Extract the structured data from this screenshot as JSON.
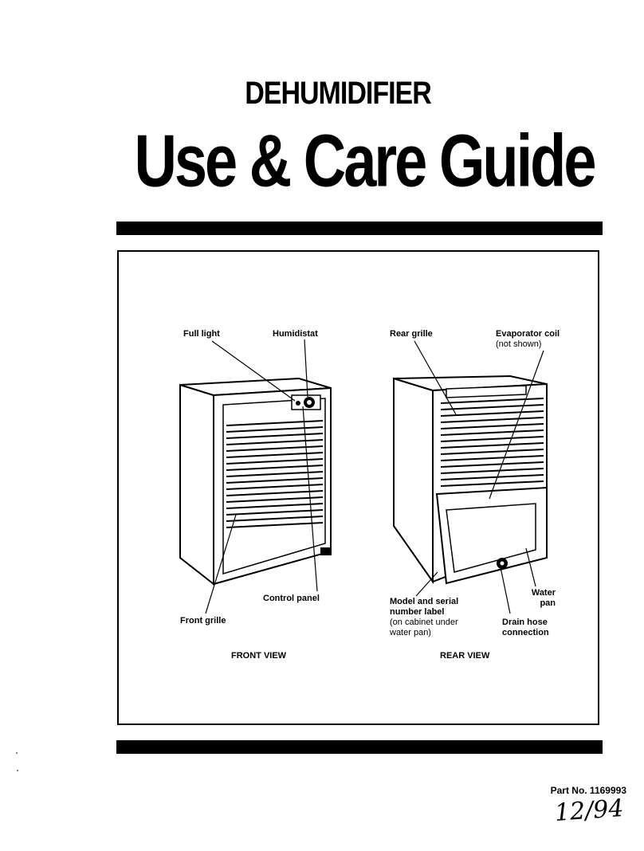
{
  "header": {
    "category": "DEHUMIDIFIER",
    "title": "Use & Care Guide"
  },
  "front_view": {
    "caption": "FRONT VIEW",
    "labels": {
      "full_light": "Full light",
      "humidistat": "Humidistat",
      "control_panel": "Control panel",
      "front_grille": "Front grille"
    }
  },
  "rear_view": {
    "caption": "REAR VIEW",
    "labels": {
      "rear_grille": "Rear grille",
      "evaporator_coil": "Evaporator coil",
      "evaporator_coil_note": "(not shown)",
      "model_label_line1": "Model and serial",
      "model_label_line2": "number label",
      "model_label_line3": "(on cabinet under",
      "model_label_line4": "water pan)",
      "water_pan_line1": "Water",
      "water_pan_line2": "pan",
      "drain_line1": "Drain hose",
      "drain_line2": "connection"
    }
  },
  "footer": {
    "part_number": "Part No. 1169993",
    "handwritten_date": "12/94"
  }
}
